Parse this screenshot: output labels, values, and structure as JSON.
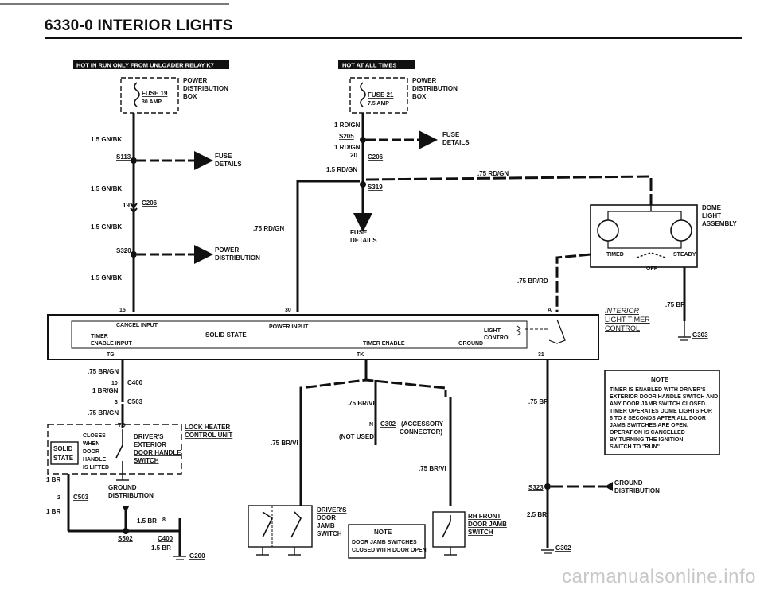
{
  "title": "6330-0  INTERIOR LIGHTS",
  "watermark": "carmanualsonline.info",
  "banners": {
    "left": "HOT IN RUN ONLY FROM UNLOADER RELAY K7",
    "right": "HOT AT ALL TIMES"
  },
  "fuse19": {
    "name": "FUSE 19",
    "rating": "30 AMP",
    "pdb1": "POWER",
    "pdb2": "DISTRIBUTION",
    "pdb3": "BOX"
  },
  "fuse21": {
    "name": "FUSE 21",
    "rating": "7.5 AMP",
    "pdb1": "POWER",
    "pdb2": "DISTRIBUTION",
    "pdb3": "BOX"
  },
  "left_wire": {
    "w1": "1.5 GN/BK",
    "s113": "S113",
    "fuse_details_1": "FUSE",
    "fuse_details_2": "DETAILS",
    "w2": "1.5 GN/BK",
    "pin19": "19",
    "c206": "C206",
    "w3": "1.5 GN/BK",
    "s320": "S320",
    "pd_1": "POWER",
    "pd_2": "DISTRIBUTION",
    "w4": "1.5 GN/BK"
  },
  "mid_wire": {
    "w1": "1 RD/GN",
    "s205": "S205",
    "fuse_details_1": "FUSE",
    "fuse_details_2": "DETAILS",
    "w2": "1 RD/GN",
    "pin20": "20",
    "c206": "C206",
    "w3": "1.5 RD/GN",
    "s319": "S319",
    "fuse_details_3": "FUSE",
    "fuse_details_4": "DETAILS",
    "w_left": ".75 RD/GN",
    "w_top": ".75 RD/GN"
  },
  "dome": {
    "l1": "DOME",
    "l2": "LIGHT",
    "l3": "ASSEMBLY",
    "timed": "TIMED",
    "steady": "STEADY",
    "off": "OFF"
  },
  "right_wire": {
    "w1": ".75 BR/RD",
    "w2": ".75 BR",
    "g303": "G303"
  },
  "timer": {
    "pin15": "15",
    "pin30": "30",
    "pinA": "A",
    "pinTG": "TG",
    "pinTK": "TK",
    "pin31": "31",
    "cancel": "CANCEL INPUT",
    "enable1": "TIMER",
    "enable2": "ENABLE INPUT",
    "solid": "SOLID STATE",
    "power_input": "POWER INPUT",
    "timer_enable": "TIMER ENABLE",
    "light1": "LIGHT",
    "light2": "CONTROL",
    "ground": "GROUND",
    "name1": "INTERIOR",
    "name2": "LIGHT TIMER",
    "name3": "CONTROL"
  },
  "lower_left": {
    "w1": ".75 BR/GN",
    "pin10": "10",
    "c400": "C400",
    "w2": "1 BR/GN",
    "pin3": "3",
    "c503": "C503",
    "w3": ".75 BR/GN",
    "tg": "TG",
    "lock1": "LOCK HEATER",
    "lock2": "CONTROL UNIT",
    "solid1": "SOLID",
    "solid2": "STATE",
    "closes1": "CLOSES",
    "closes2": "WHEN",
    "closes3": "DOOR",
    "closes4": "HANDLE",
    "closes5": "IS LIFTED",
    "drv1": "DRIVER'S",
    "drv2": "EXTERIOR",
    "drv3": "DOOR HANDLE",
    "drv4": "SWITCH",
    "w4": "1 BR",
    "pin2": "2",
    "c503b": "C503",
    "gd1": "GROUND",
    "gd2": "DISTRIBUTION",
    "w5": "1 BR",
    "w6": "1.5 BR",
    "pin8": "8",
    "s502": "S502",
    "c400b": "C400",
    "w7": "1.5 BR",
    "g200": "G200"
  },
  "center": {
    "w1": ".75 BR/VI",
    "pinN": "N",
    "c302": "C302",
    "acc1": "(ACCESSORY",
    "acc2": "CONNECTOR)",
    "notused": "(NOT USED)",
    "w2": ".75 BR/VI",
    "w3": ".75 BR/VI",
    "drv1": "DRIVER'S",
    "drv2": "DOOR",
    "drv3": "JAMB",
    "drv4": "SWITCH",
    "note_h": "NOTE",
    "note1": "DOOR JAMB SWITCHES",
    "note2": "CLOSED WITH DOOR OPEN",
    "rh1": "RH FRONT",
    "rh2": "DOOR JAMB",
    "rh3": "SWITCH"
  },
  "right_lower": {
    "w1": ".75 BR",
    "s323": "S323",
    "gd1": "GROUND",
    "gd2": "DISTRIBUTION",
    "w2": "2.5 BR",
    "g302": "G302"
  },
  "note": {
    "head": "NOTE",
    "lines": [
      "TIMER IS ENABLED WITH DRIVER'S",
      "EXTERIOR DOOR HANDLE SWITCH AND",
      "ANY DOOR JAMB SWITCH CLOSED.",
      "TIMER OPERATES DOME LIGHTS FOR",
      "6 TO 8 SECONDS AFTER ALL DOOR",
      "JAMB SWITCHES ARE OPEN.",
      "OPERATION IS CANCELLED",
      "BY TURNING THE IGNITION",
      "SWITCH TO \"RUN\""
    ]
  }
}
